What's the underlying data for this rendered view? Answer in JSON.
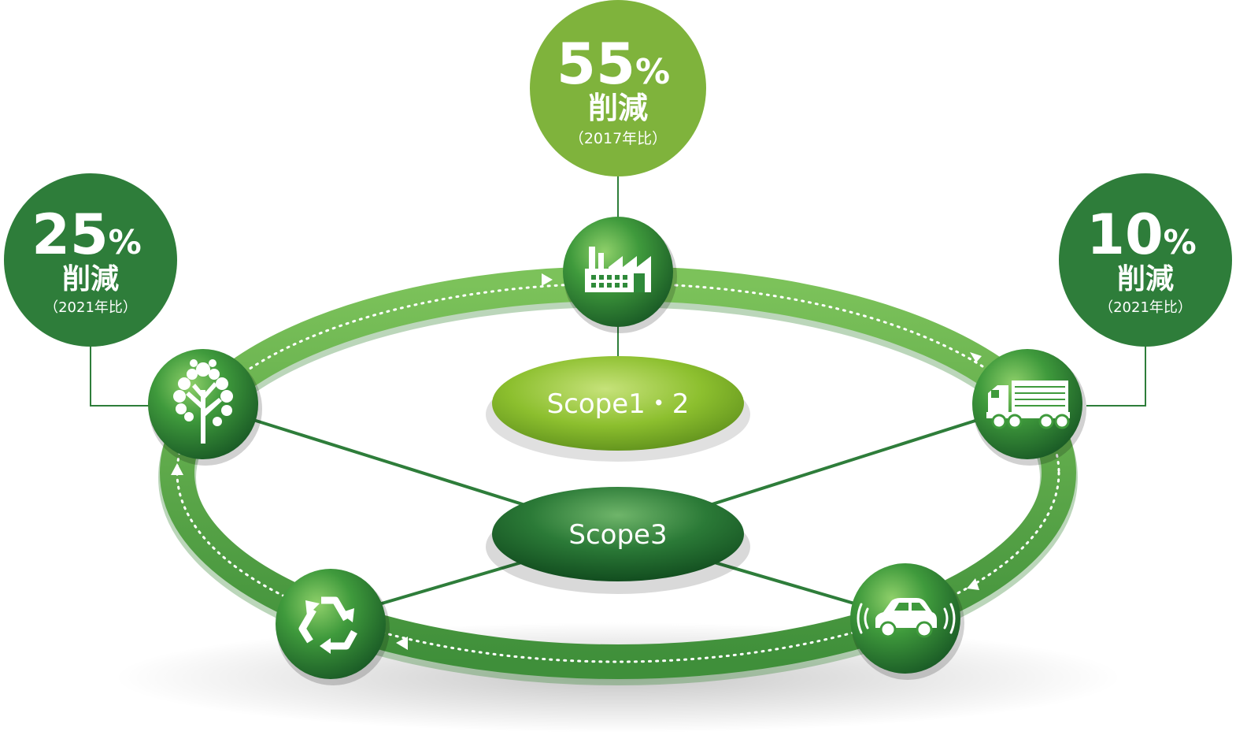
{
  "badges": {
    "top": {
      "percent": "55",
      "percent_sign": "%",
      "label": "削減",
      "baseline": "（2017年比）",
      "color": "#7fb33c"
    },
    "left": {
      "percent": "25",
      "percent_sign": "%",
      "label": "削減",
      "baseline": "（2021年比）",
      "color": "#2e7d3a"
    },
    "right": {
      "percent": "10",
      "percent_sign": "%",
      "label": "削減",
      "baseline": "（2021年比）",
      "color": "#2e7d3a"
    }
  },
  "scopes": {
    "scope12": {
      "label": "Scope1・2",
      "color": "#8cbf2e"
    },
    "scope3": {
      "label": "Scope3",
      "color": "#1f6b2f"
    }
  },
  "nodes": [
    {
      "id": "factory",
      "icon": "factory-icon"
    },
    {
      "id": "truck",
      "icon": "truck-icon"
    },
    {
      "id": "car",
      "icon": "car-icon"
    },
    {
      "id": "recycle",
      "icon": "recycle-icon"
    },
    {
      "id": "tree",
      "icon": "tree-icon"
    }
  ],
  "colors": {
    "ring": "#5fa53f",
    "dark_green": "#2e7d3a",
    "light_green": "#7fb33c"
  }
}
